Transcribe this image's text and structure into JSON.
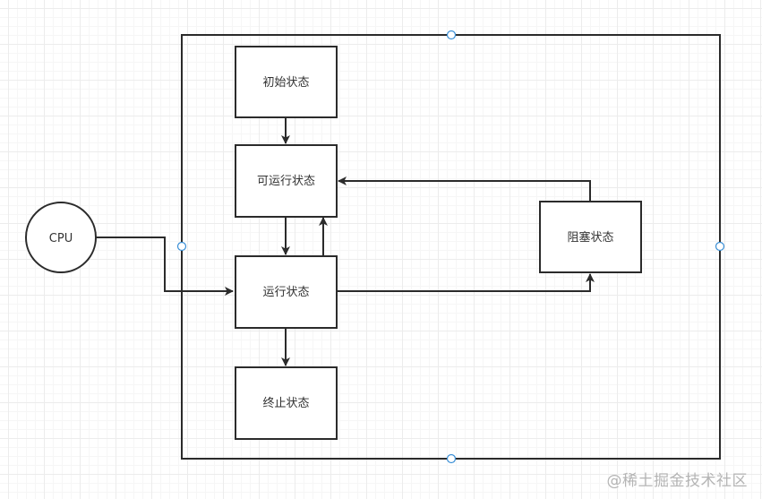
{
  "diagram": {
    "nodes": {
      "initial": {
        "label": "初始状态"
      },
      "runnable": {
        "label": "可运行状态"
      },
      "running": {
        "label": "运行状态"
      },
      "terminated": {
        "label": "终止状态"
      },
      "blocked": {
        "label": "阻塞状态"
      },
      "cpu": {
        "label": "CPU"
      }
    },
    "edges": [
      {
        "from": "initial",
        "to": "runnable"
      },
      {
        "from": "runnable",
        "to": "running"
      },
      {
        "from": "running",
        "to": "runnable"
      },
      {
        "from": "running",
        "to": "terminated"
      },
      {
        "from": "running",
        "to": "blocked"
      },
      {
        "from": "blocked",
        "to": "runnable"
      },
      {
        "from": "cpu",
        "to": "running"
      }
    ]
  },
  "watermark": "@稀土掘金技术社区",
  "colors": {
    "stroke": "#2b2b2b",
    "selection_handle": "#3a8fd6",
    "grid": "#ececec"
  }
}
